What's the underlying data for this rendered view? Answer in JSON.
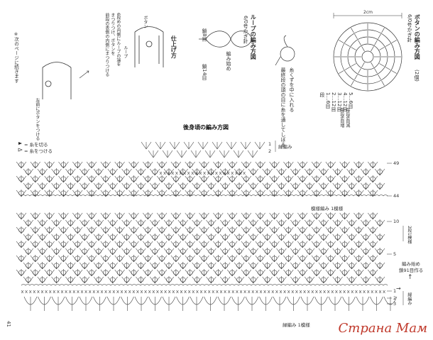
{
  "top": {
    "button_chart_title": "ボタンの編み方図",
    "button_chart_sub": "(2個)",
    "button_chart_hook": "6/0号かぎ針",
    "button_rounds": [
      "5…6目",
      "4…12目",
      "3…12目",
      "2…12目",
      "1…6目",
      "段"
    ],
    "button_round_note": "毎段6目減",
    "button_round_note2": "毎段6目増",
    "button_stuff_note": "糸くずを中に入れる",
    "button_close_note": "最終段の頭の目に糸を通してしぼる",
    "button_dim": "2cm",
    "loop_chart_title": "ループの編み方図",
    "loop_chart_hook": "6/0号かぎ針",
    "loop_start": "編み始め",
    "loop_row_start": "鎖8目",
    "loop_row_end": "鎖14目",
    "finish_title": "仕上げ方",
    "finish_button": "ボタン",
    "finish_loop": "ループ",
    "finish_note1": "6段めの内側にループの端を",
    "finish_note2": "まつりつけ、ボタンを",
    "finish_note3": "前段の表側の内側にまつりつける",
    "finish_left_note": "左前にボタンをつける",
    "next_page_note": "※次のページに続きます"
  },
  "chart": {
    "title": "後身頃の編み方図",
    "legend_cut": "= 糸を切る",
    "legend_join": "= 糸をつける",
    "edge_label": "緑編み",
    "row_49": "49",
    "row_44": "44",
    "row_10": "10",
    "row_5": "5",
    "row_1": "1",
    "row_2": "2",
    "row_3": "3",
    "pattern_label": "模様編み 1模様",
    "pattern_rows": "2段1模様",
    "cast_on_1": "編み始め",
    "cast_on_2": "鎖91目作る",
    "bottom_label": "緑編み 1模様",
    "side_edge_label": "緑編み",
    "arrow_up": "↑",
    "arrow_right": "→",
    "mark_1": "1",
    "mark_2": "2",
    "mark_3": "3"
  },
  "page_number": "41",
  "watermark": "Страна Мам"
}
